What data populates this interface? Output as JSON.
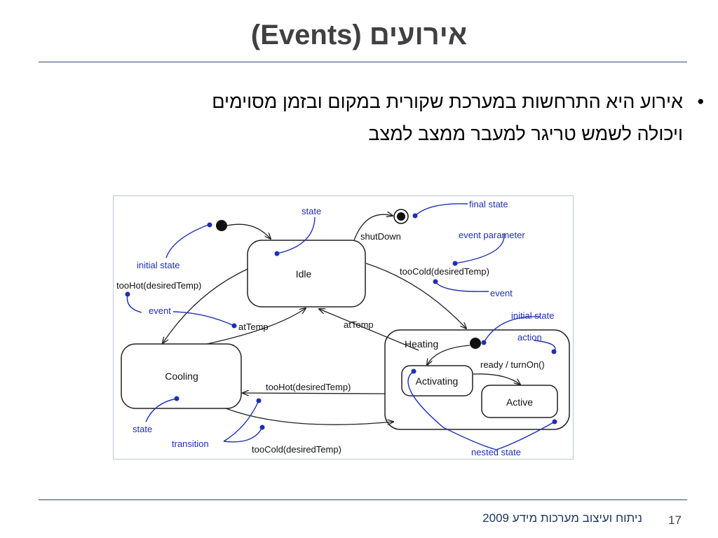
{
  "slide": {
    "title": "אירועים (Events)",
    "bullet_line1": "אירוע היא התרחשות במערכת שקורית במקום ובזמן מסוימים",
    "bullet_line2": "ויכולה לשמש טריגר למעבר ממצב למצב",
    "footer": "ניתוח  ועיצוב מערכות מידע  2009",
    "page_number": "17"
  },
  "diagram": {
    "states": {
      "idle": "Idle",
      "cooling": "Cooling",
      "heating": "Heating",
      "activating": "Activating",
      "active": "Active"
    },
    "transitions": {
      "shutdown": "shutDown",
      "too_cold_top": "tooCold(desiredTemp)",
      "too_hot_left": "tooHot(desiredTemp)",
      "at_temp_left": "atTemp",
      "at_temp_right": "atTemp",
      "too_hot_mid": "tooHot(desiredTemp)",
      "too_cold_bottom": "tooCold(desiredTemp)",
      "ready_turnon": "ready / turnOn()"
    },
    "annotations": {
      "state_top": "state",
      "final_state": "final state",
      "event_parameter": "event parameter",
      "initial_state_left": "initial state",
      "event_left": "event",
      "event_right": "event",
      "initial_state_right": "initial state",
      "action": "action",
      "state_bottom": "state",
      "transition": "transition",
      "nested_state": "nested state"
    }
  }
}
